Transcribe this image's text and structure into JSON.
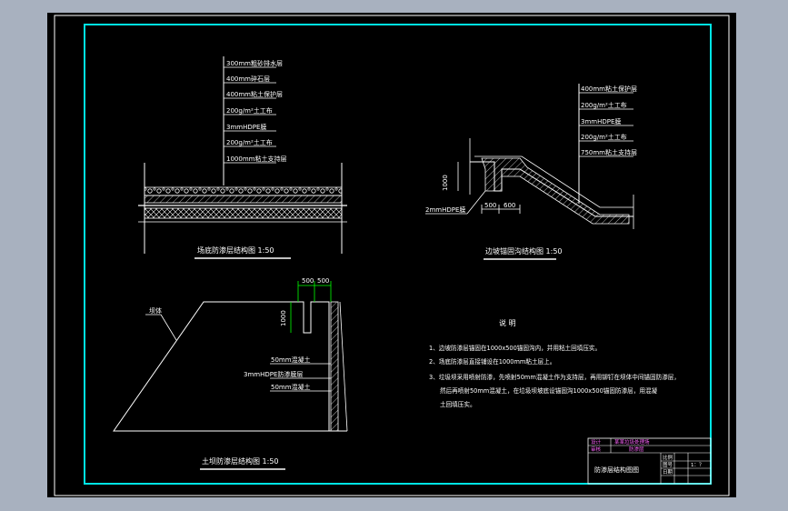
{
  "colors": {
    "background": "#a8b1bf",
    "sheet": "#000000",
    "frame": "#00e5e5",
    "line": "#ffffff",
    "accent": "#00ff00",
    "title_block": "#ff66ff"
  },
  "detail1": {
    "layers": [
      "300mm粗砂排水层",
      "400mm碎石层",
      "400mm粘土保护层",
      "200g/m²土工布",
      "3mmHDPE膜",
      "200g/m²土工布",
      "1000mm粘土支持层"
    ],
    "title": "场底防渗层结构图   1:50"
  },
  "detail2": {
    "layers": [
      "400mm粘土保护层",
      "200g/m²土工布",
      "3mmHDPE膜",
      "200g/m²土工布",
      "750mm粘土支持层"
    ],
    "dim_depth": "1000",
    "dim_w1": "500",
    "dim_w2": "600",
    "membrane_label": "2mmHDPE膜",
    "title": "边坡锚固沟结构图   1:50"
  },
  "detail3": {
    "slope_label": "坝体",
    "dim_w1": "500",
    "dim_w2": "500",
    "dim_depth": "1000",
    "layers": [
      "50mm混凝土",
      "3mmHDPE防渗膜层",
      "50mm混凝土"
    ],
    "title": "土坝防渗层结构图   1:50"
  },
  "notes": {
    "heading": "说      明",
    "items": [
      "1、边坡防渗层锚固在1000x500锚固沟内，并用粘土回填压实。",
      "2、场底防渗层直接铺设在1000mm粘土层上。",
      "3、垃圾坝采用喷射防渗，先喷射50mm混凝土作为支持层，再用铆钉在坝体中间锚固防渗层，",
      "然后再喷射50mm混凝土，在垃圾坝坡底设锚固沟1000x500锚固防渗层，用混凝",
      "土回填压实。"
    ]
  },
  "title_block": {
    "row1_left": "设计",
    "row1_right": "某某垃圾处理场",
    "row2_left": "审核",
    "row2_right": "防渗层",
    "drawing_name": "防渗层结构图图",
    "fields": [
      "比例",
      "图号",
      "日期"
    ],
    "field_values": [
      "",
      "1：？",
      ""
    ]
  }
}
